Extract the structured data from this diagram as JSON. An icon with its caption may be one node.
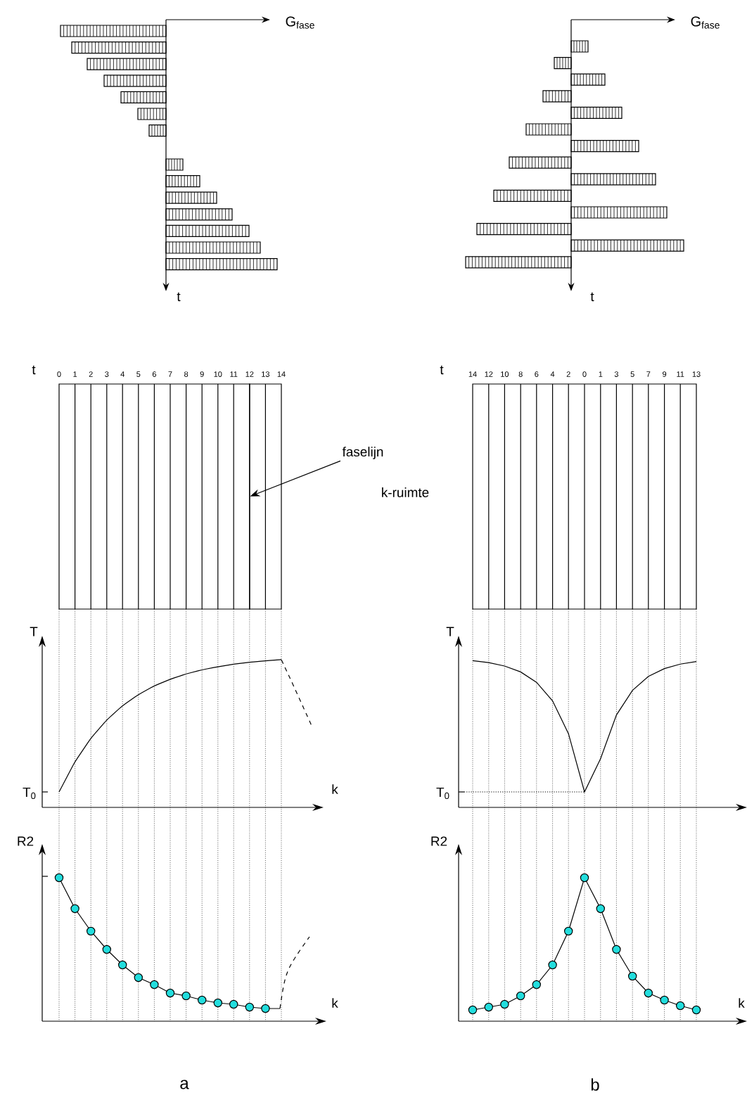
{
  "diagram": {
    "nodes": [
      {
        "text": [
          "faselijn"
        ]
      },
      {
        "text": [],
        "shape": "bar"
      }
    ],
    "edges": [
      {
        "from": 0,
        "to": 1,
        "arrow": "to"
      }
    ],
    "labels": [
      "G$_{fase}$",
      "G$_{fase}$",
      "t",
      "t",
      "t",
      "0",
      "1",
      "2",
      "3",
      "4",
      "5",
      "6",
      "7",
      "8",
      "9",
      "10",
      "11",
      "12",
      "13",
      "14",
      "t",
      "14",
      "12",
      "10",
      "8",
      "6",
      "4",
      "2",
      "0",
      "1",
      "3",
      "5",
      "7",
      "9",
      "11",
      "13",
      "k-ruimte",
      "T",
      "T",
      "T$_{0}$",
      "k",
      "T$_{0}$",
      "R2",
      "R2",
      "k",
      "k",
      "a",
      "b"
    ]
  }
}
